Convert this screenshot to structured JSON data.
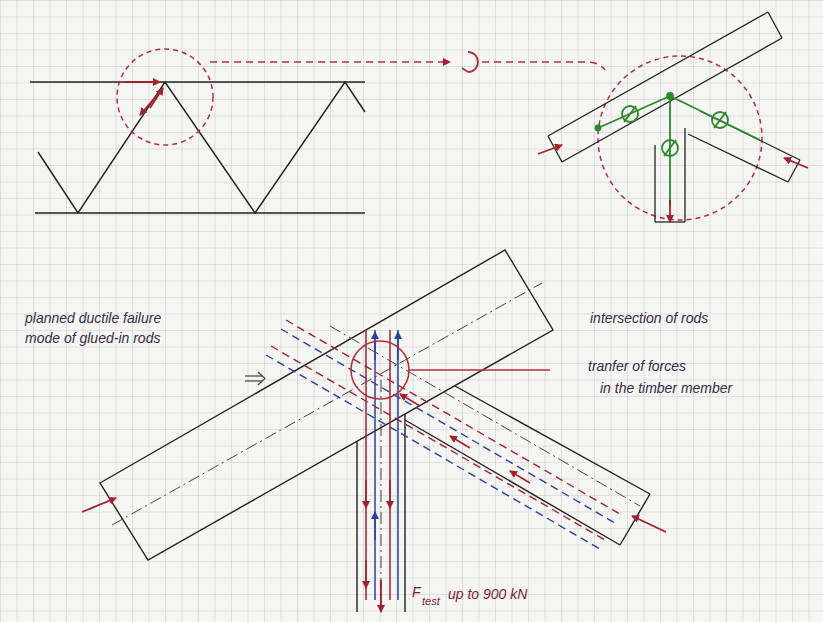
{
  "diagram": {
    "labels": [
      "planned ductile failure mode of glued-in rods",
      "intersection of rods",
      "tranfer of forces",
      "in the timber member",
      "F",
      "test",
      "up to 900 kN"
    ]
  }
}
